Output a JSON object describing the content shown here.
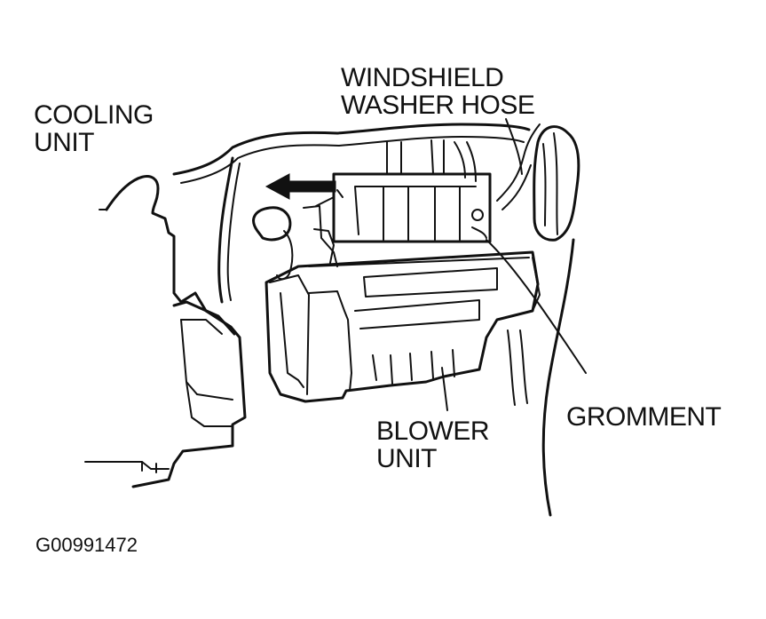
{
  "labels": {
    "cooling_unit": [
      "COOLING",
      "UNIT"
    ],
    "washer_hose": [
      "WINDSHIELD",
      "WASHER HOSE"
    ],
    "blower_unit": [
      "BLOWER",
      "UNIT"
    ],
    "gromment": "GROMMENT"
  },
  "figure_id": "G00991472",
  "colors": {
    "ink": "#111111",
    "background": "#ffffff"
  }
}
